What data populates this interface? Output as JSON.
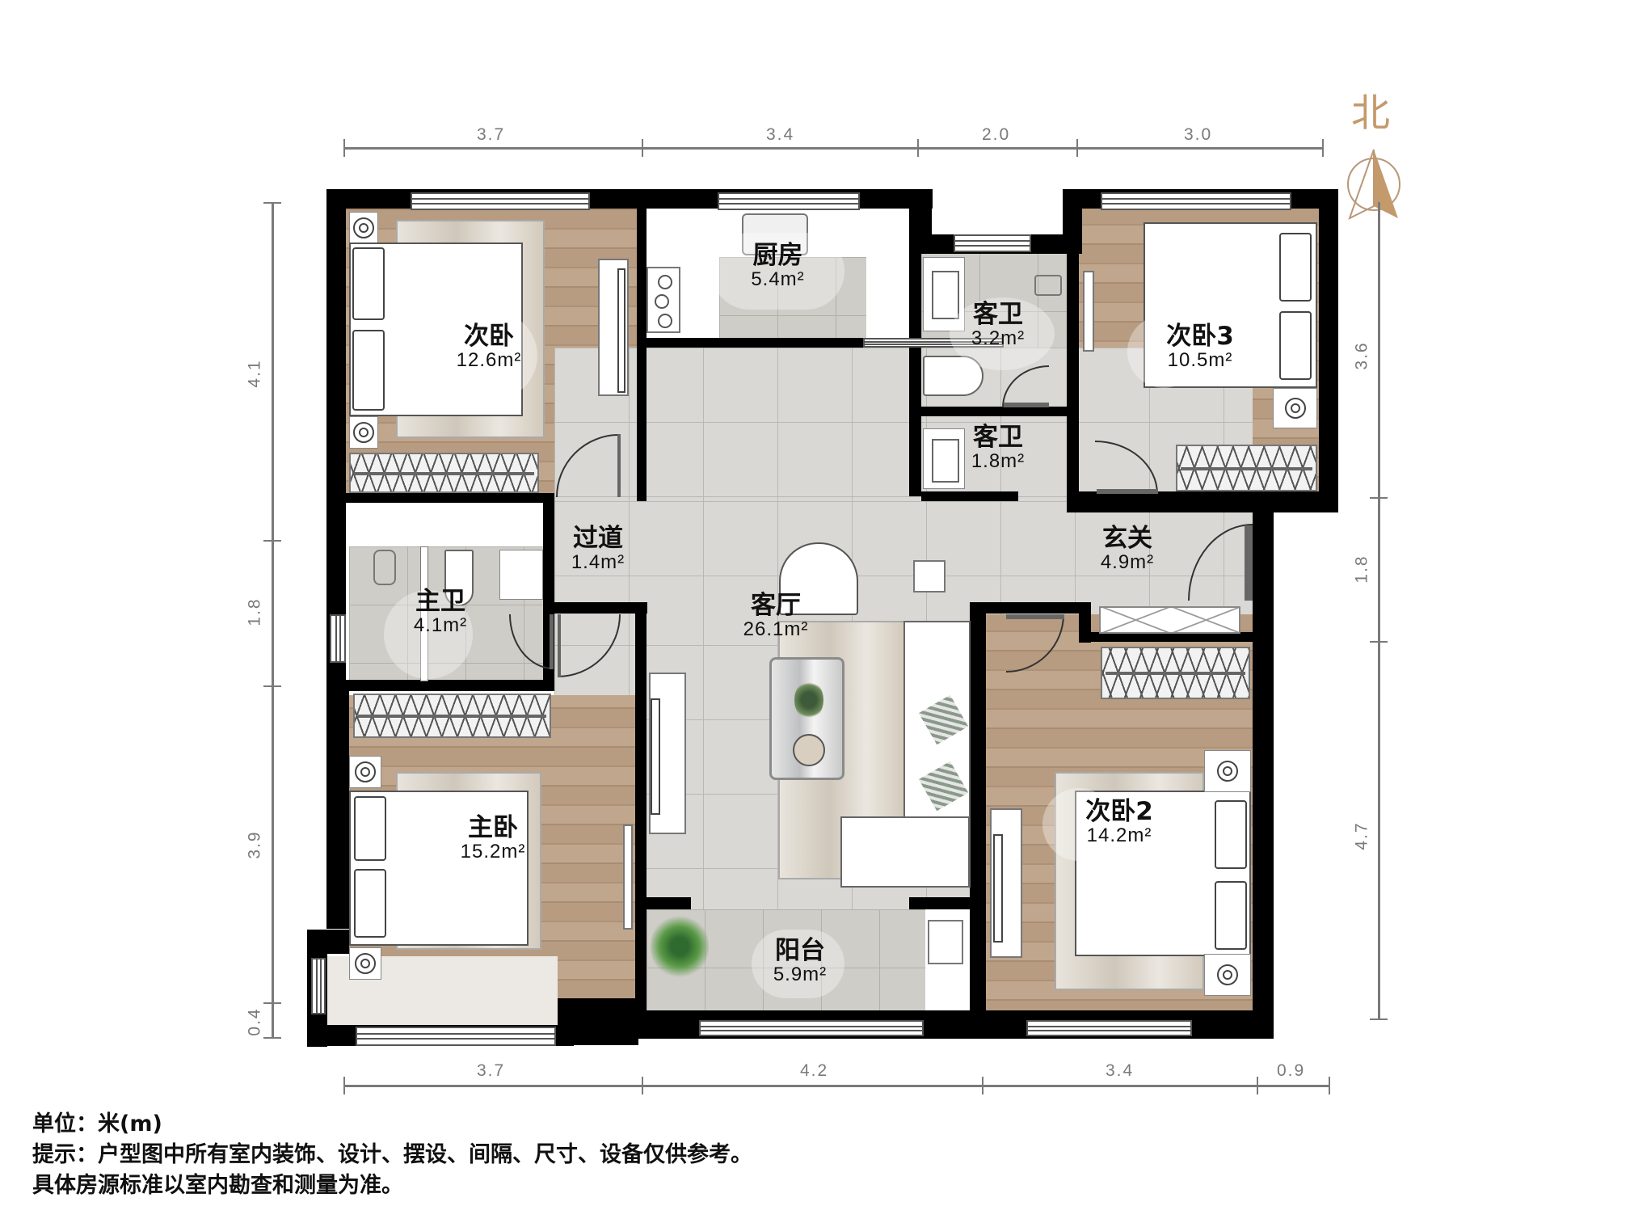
{
  "compass": {
    "label": "北",
    "color": "#c49a6c"
  },
  "dimensions": {
    "top": [
      "3.7",
      "3.4",
      "2.0",
      "3.0"
    ],
    "bottom": [
      "3.7",
      "4.2",
      "3.4",
      "0.9"
    ],
    "left": [
      "4.1",
      "1.8",
      "3.9",
      "0.4"
    ],
    "right": [
      "3.6",
      "1.8",
      "4.7"
    ]
  },
  "rooms": {
    "bedroom_nw": {
      "name": "次卧",
      "area": "12.6m²"
    },
    "kitchen": {
      "name": "厨房",
      "area": "5.4m²"
    },
    "guest_bath_1": {
      "name": "客卫",
      "area": "3.2m²"
    },
    "guest_bath_2": {
      "name": "客卫",
      "area": "1.8m²"
    },
    "bedroom_3": {
      "name": "次卧3",
      "area": "10.5m²"
    },
    "corridor": {
      "name": "过道",
      "area": "1.4m²"
    },
    "entrance": {
      "name": "玄关",
      "area": "4.9m²"
    },
    "master_bath": {
      "name": "主卫",
      "area": "4.1m²"
    },
    "living_room": {
      "name": "客厅",
      "area": "26.1m²"
    },
    "master_bedroom": {
      "name": "主卧",
      "area": "15.2m²"
    },
    "bedroom_2": {
      "name": "次卧2",
      "area": "14.2m²"
    },
    "balcony": {
      "name": "阳台",
      "area": "5.9m²"
    }
  },
  "notes": {
    "unit": "单位：米(m)",
    "tip": "提示：户型图中所有室内装饰、设计、摆设、间隔、尺寸、设备仅供参考。",
    "disclaimer": "具体房源标准以室内勘查和测量为准。"
  },
  "colors": {
    "wall": "#000000",
    "wood": "#b79c82",
    "tile": "#d9d8d4",
    "dimension": "#7a7a7a"
  }
}
